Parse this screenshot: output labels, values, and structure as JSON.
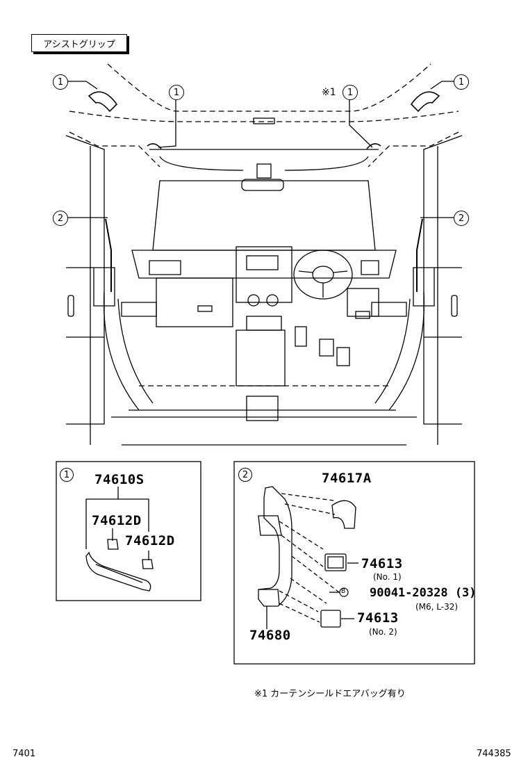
{
  "title": "アシストグリップ",
  "callouts": {
    "one": "1",
    "two": "2",
    "note_mark": "※1"
  },
  "box1": {
    "label": "1",
    "assembly_part": "74610S",
    "part_upper": "74612D",
    "part_lower": "74612D"
  },
  "box2": {
    "label": "2",
    "cover_part": "74617A",
    "cap1_part": "74613",
    "cap1_sub": "(No. 1)",
    "bolt_mark": "B",
    "bolt_part": "90041-20328 (3)",
    "bolt_spec": "(M6, L-32)",
    "cap2_part": "74613",
    "cap2_sub": "(No. 2)",
    "grip_part": "74680"
  },
  "footnote": "※1 カーテンシールドエアバッグ有り",
  "footer": {
    "left": "7401",
    "right": "744385"
  }
}
